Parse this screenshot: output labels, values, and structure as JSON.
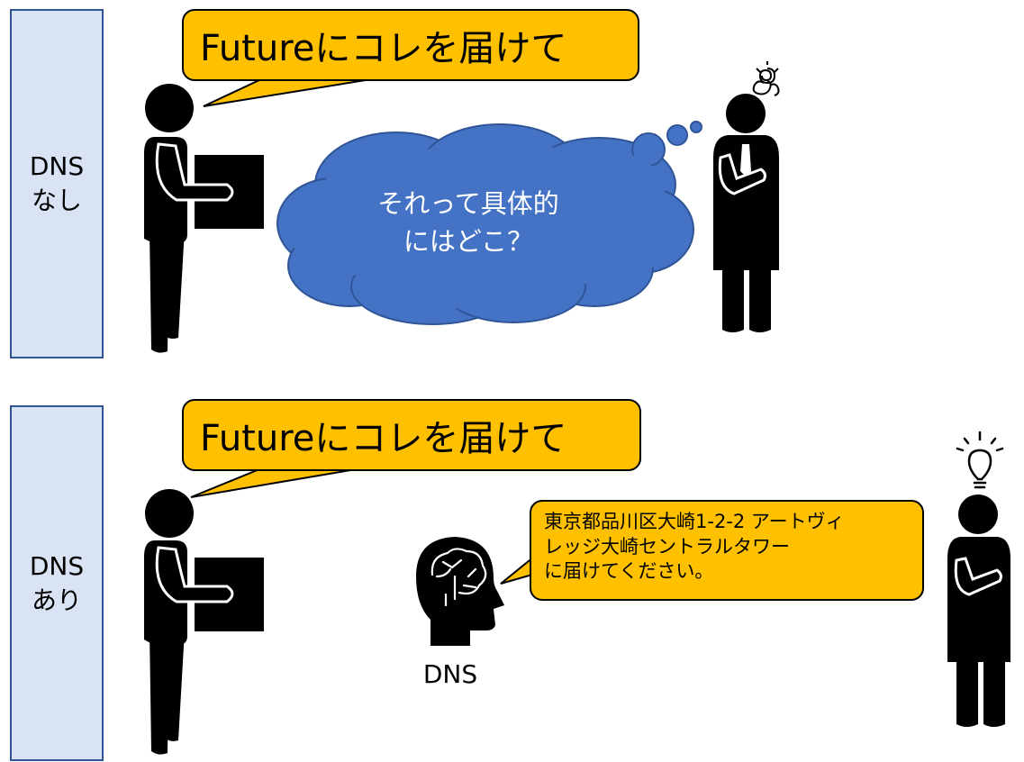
{
  "sections": {
    "without_dns": {
      "label_line1": "DNS",
      "label_line2": "なし",
      "speech": "Futureにコレを届けて",
      "thought_line1": "それって具体的",
      "thought_line2": "にはどこ？"
    },
    "with_dns": {
      "label_line1": "DNS",
      "label_line2": "あり",
      "speech": "Futureにコレを届けて",
      "dns_reply_line1": "東京都品川区大崎1-2-2 アートヴィ",
      "dns_reply_line2": "レッジ大崎セントラルタワー",
      "dns_reply_line3": "に届けてください。",
      "dns_label": "DNS"
    }
  },
  "colors": {
    "speech_fill": "#ffc000",
    "cloud_fill": "#4472c4",
    "cloud_stroke": "#2f5597",
    "label_fill": "#dae3f3",
    "label_stroke": "#2f5597",
    "figure": "#000000"
  },
  "icons": [
    "confused-scribble-icon",
    "lightbulb-icon",
    "brain-head-icon",
    "necktie-icon"
  ]
}
